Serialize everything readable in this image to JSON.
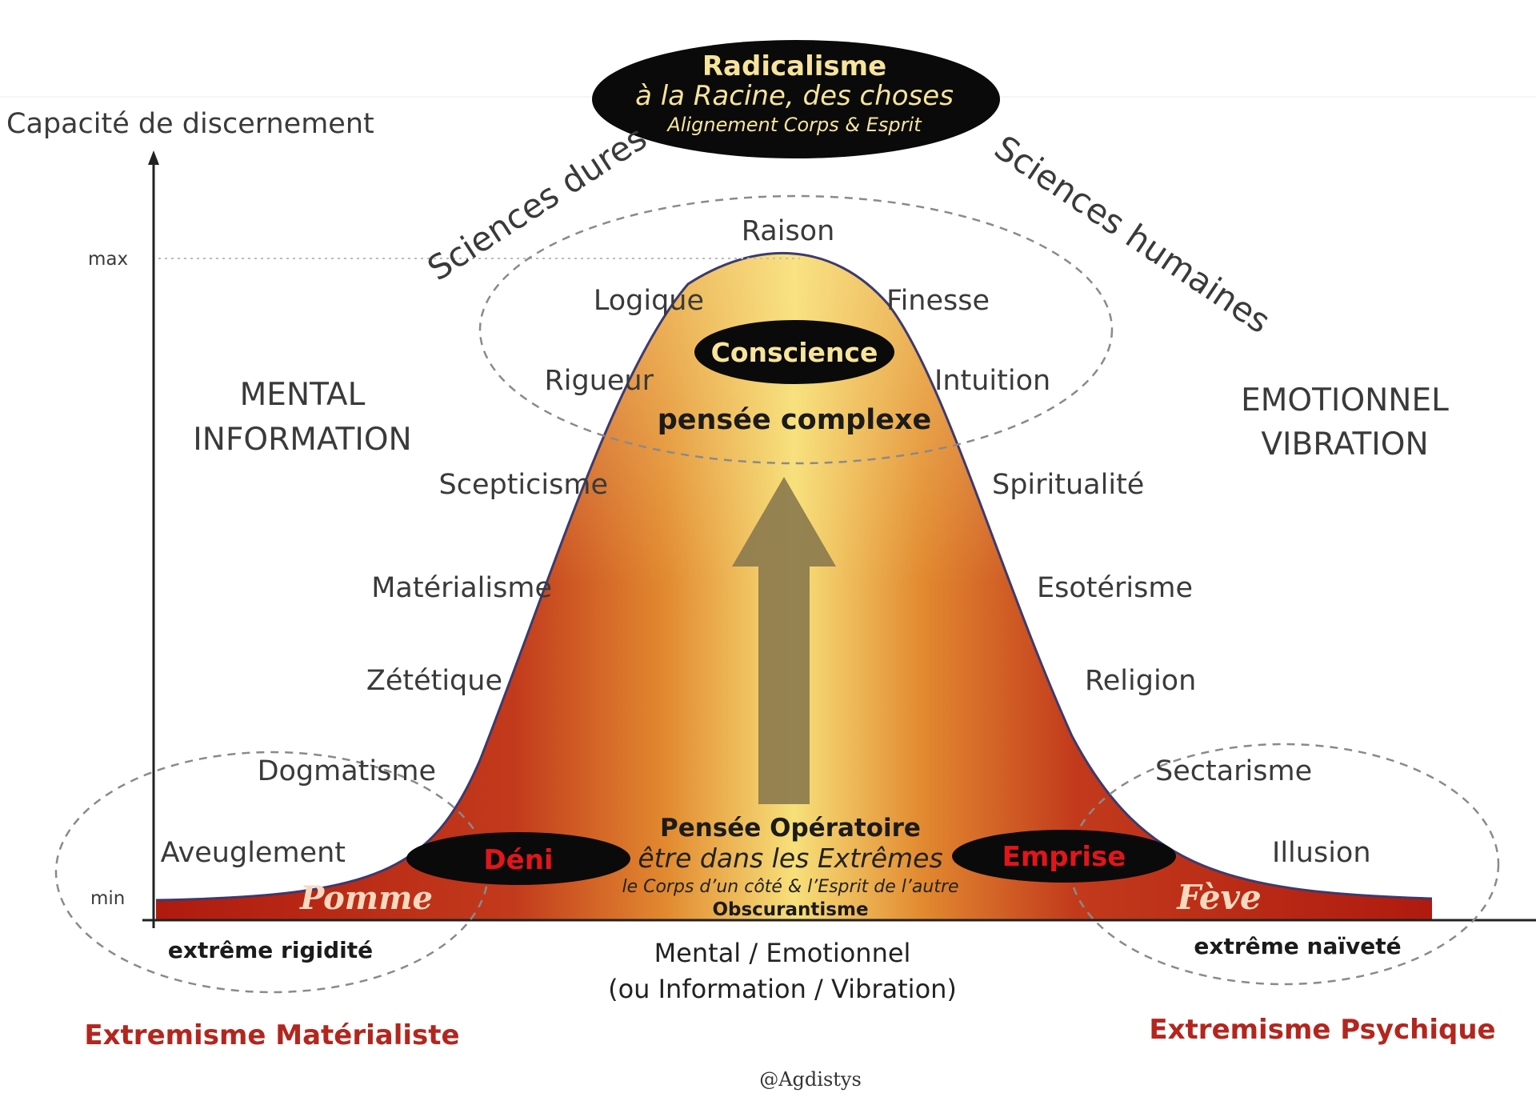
{
  "y_axis": {
    "label": "Capacité de discernement",
    "max_label": "max",
    "min_label": "min"
  },
  "top_ellipse": {
    "title": "Radicalisme",
    "subtitle": "à la Racine, des choses",
    "tagline": "Alignement Corps & Esprit",
    "fill": "#0a0a0a",
    "text_color": "#f7e49a"
  },
  "arcs": {
    "left": "Sciences dures",
    "right": "Sciences humaines"
  },
  "peak": {
    "label": "Raison",
    "badge": "Conscience",
    "complex": "pensée complexe"
  },
  "left_side": {
    "heading": [
      "MENTAL",
      "INFORMATION"
    ],
    "terms": [
      "Logique",
      "Rigueur",
      "Scepticisme",
      "Matérialisme",
      "Zététique",
      "Dogmatisme",
      "Aveuglement"
    ],
    "base_word": "Pomme",
    "extreme": "extrême rigidité",
    "extremism": "Extremisme Matérialiste"
  },
  "right_side": {
    "heading": [
      "EMOTIONNEL",
      "VIBRATION"
    ],
    "terms": [
      "Finesse",
      "Intuition",
      "Spiritualité",
      "Esotérisme",
      "Religion",
      "Sectarisme",
      "Illusion"
    ],
    "base_word": "Fève",
    "extreme": "extrême naïveté",
    "extremism": "Extremisme Psychique"
  },
  "bottom_center": {
    "title": "Pensée Opératoire",
    "subtitle": "être dans les Extrêmes",
    "note": "le Corps d’un côté & l’Esprit de l’autre",
    "obscur": "Obscurantisme",
    "left_badge": "Déni",
    "right_badge": "Emprise"
  },
  "x_axis": {
    "line1": "Mental / Emotionnel",
    "line2": "(ou Information / Vibration)"
  },
  "credit": "@Agdistys",
  "colors": {
    "curve_edge": "#b21d10",
    "curve_mid": "#e0852b",
    "curve_center": "#f6dc74",
    "curve_outline": "#3d3a6e",
    "arrow": "#8f7d4f",
    "accent_red": "#b3261e",
    "badge_black": "#0a0a0a"
  }
}
